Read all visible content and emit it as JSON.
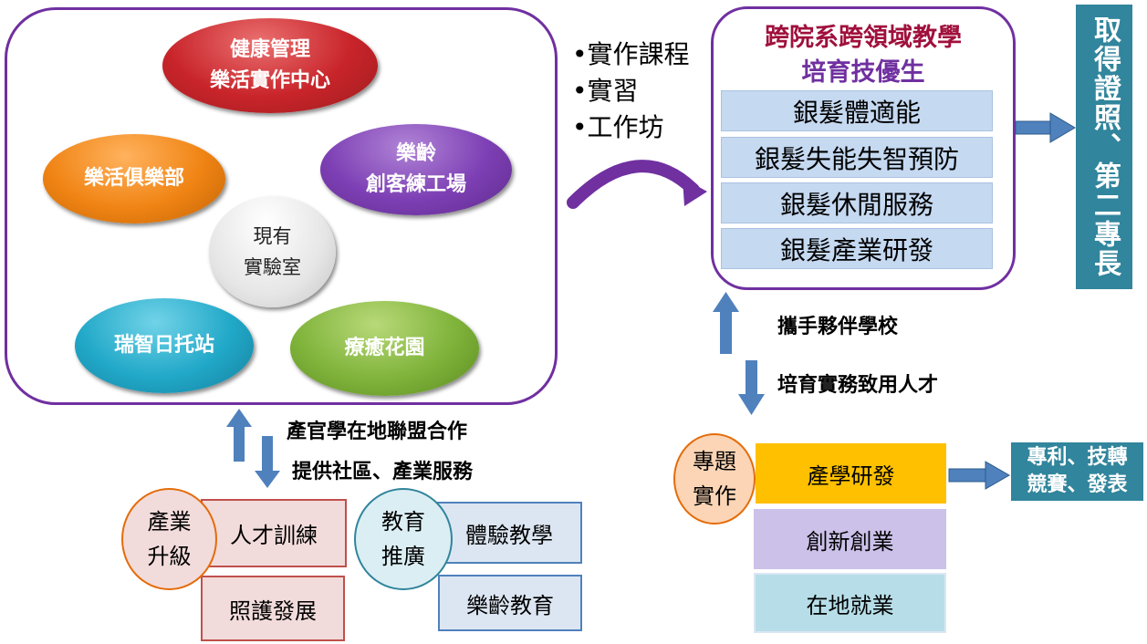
{
  "left_cluster": {
    "health": [
      "健康管理",
      "樂活實作中心"
    ],
    "maker": [
      "樂齡",
      "創客練工場"
    ],
    "club": "樂活俱樂部",
    "lab": [
      "現有",
      "實驗室"
    ],
    "daycare": "瑞智日托站",
    "garden": "療癒花園"
  },
  "middle_list": [
    "•實作課程",
    "•實習",
    "•工作坊"
  ],
  "right_box": {
    "title1": "跨院系跨領域教學",
    "title2": "培育技優生",
    "items": [
      "銀髮體適能",
      "銀髮失能失智預防",
      "銀髮休閒服務",
      "銀髮產業研發"
    ]
  },
  "cert_box": "取得證照、第二專長",
  "partner_labels": [
    "攜手夥伴學校",
    "培育實務致用人才"
  ],
  "alliance_labels": [
    "產官學在地聯盟合作",
    "提供社區、產業服務"
  ],
  "industry": {
    "circle": [
      "產業",
      "升級"
    ],
    "boxes": [
      "人才訓練",
      "照護發展"
    ]
  },
  "education": {
    "circle": [
      "教育",
      "推廣"
    ],
    "boxes": [
      "體驗教學",
      "樂齡教育"
    ]
  },
  "project": {
    "circle": [
      "專題",
      "實作"
    ],
    "boxes": [
      "產學研發",
      "創新創業",
      "在地就業"
    ]
  },
  "patent_box": [
    "專利、技轉",
    "競賽、發表"
  ],
  "colors": {
    "frame": "#7030a0",
    "arrow_blue": "#4f81bd",
    "teal": "#31859c",
    "gold": "#ffc000"
  }
}
